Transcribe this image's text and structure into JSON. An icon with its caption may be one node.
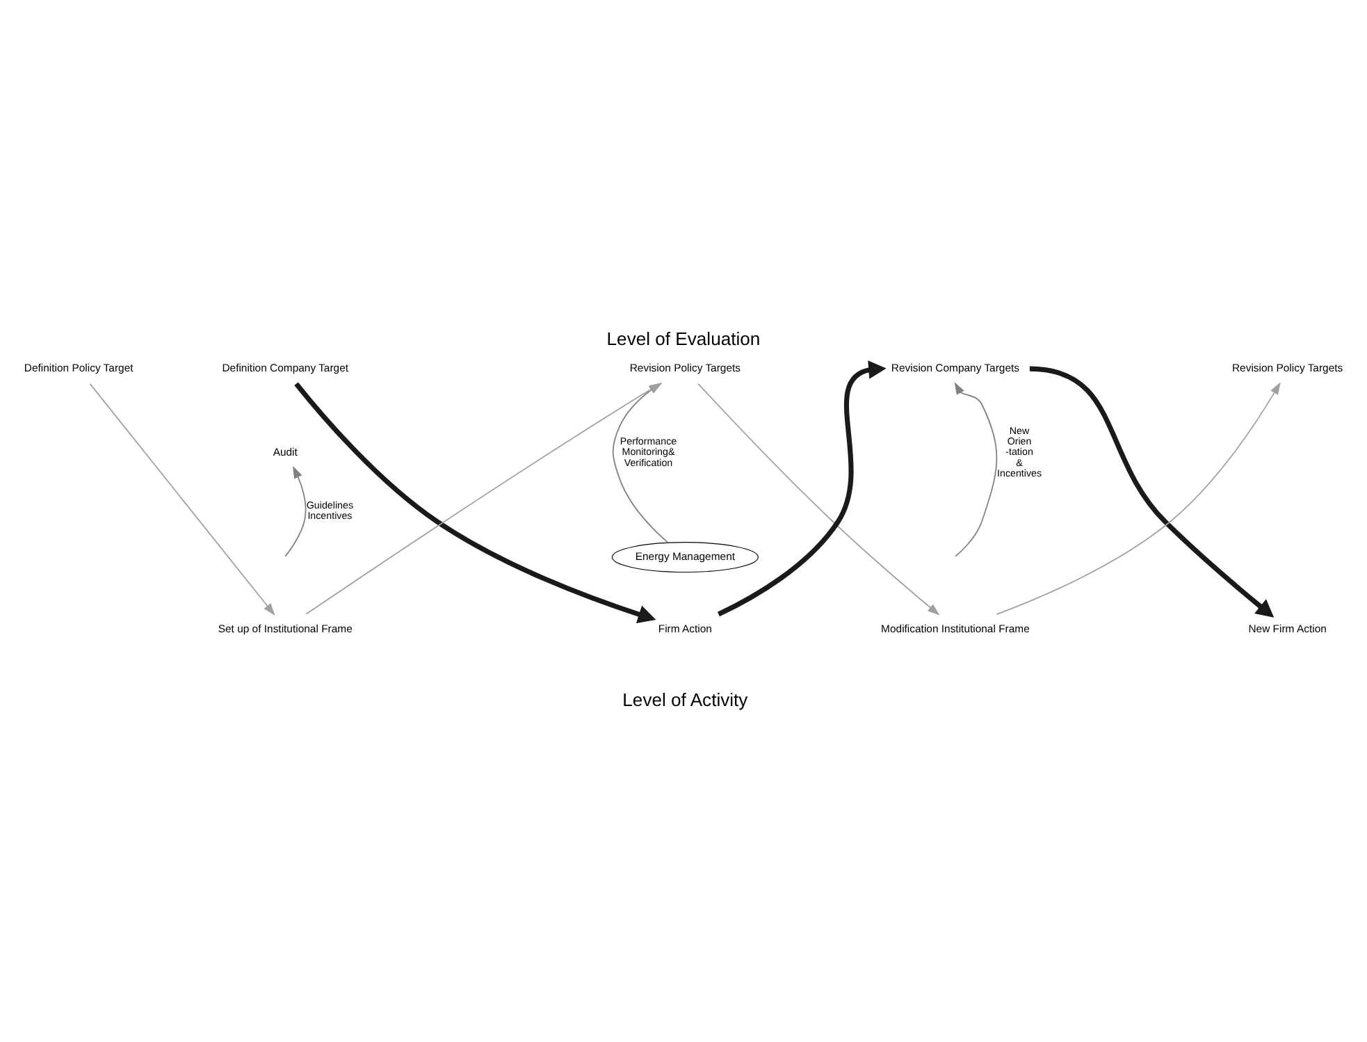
{
  "diagram": {
    "title": "Level of Evaluation",
    "nodes": [
      {
        "text": [
          "Definition Policy Target"
        ]
      },
      {
        "text": [
          "Definition Company Target"
        ]
      },
      {
        "text": [
          "Revision Policy Targets"
        ]
      },
      {
        "text": [
          "Revision Company Targets"
        ]
      },
      {
        "text": [
          "Revision Policy Targets"
        ]
      },
      {
        "text": [
          "Audit"
        ]
      },
      {
        "text": [
          "Energy Management"
        ]
      },
      {
        "text": [
          "Set up of Institutional Frame"
        ]
      },
      {
        "text": [
          "Firm Action"
        ]
      },
      {
        "text": [
          "Modification Institutional Frame"
        ]
      },
      {
        "text": [
          "New Firm Action"
        ]
      }
    ],
    "edges": [
      {
        "from": 0,
        "to": 7,
        "arrow": "to"
      },
      {
        "from": 7,
        "to": 2,
        "arrow": "to"
      },
      {
        "from": 1,
        "to": 8,
        "arrow": "to",
        "style": "thick",
        "color": "#1a1a1a"
      },
      {
        "from": 8,
        "to": 3,
        "arrow": "to",
        "style": "thick",
        "color": "#1a1a1a"
      },
      {
        "from": 2,
        "to": 9,
        "arrow": "to"
      },
      {
        "from": 9,
        "to": 4,
        "arrow": "to"
      },
      {
        "from": 3,
        "to": 10,
        "arrow": "to",
        "style": "thick",
        "color": "#1a1a1a"
      },
      {
        "from": null,
        "to": 5,
        "arrow": "to",
        "label": "Guidelines Incentives",
        "color": "#808080"
      },
      {
        "from": 6,
        "to": 2,
        "arrow": "to",
        "label": "Performance Monitoring& Verification",
        "color": "#808080"
      },
      {
        "from": null,
        "to": 3,
        "arrow": "to",
        "label": "New Orien -tation & Incentives",
        "color": "#808080"
      }
    ],
    "labels": [
      "Level of Activity"
    ]
  }
}
